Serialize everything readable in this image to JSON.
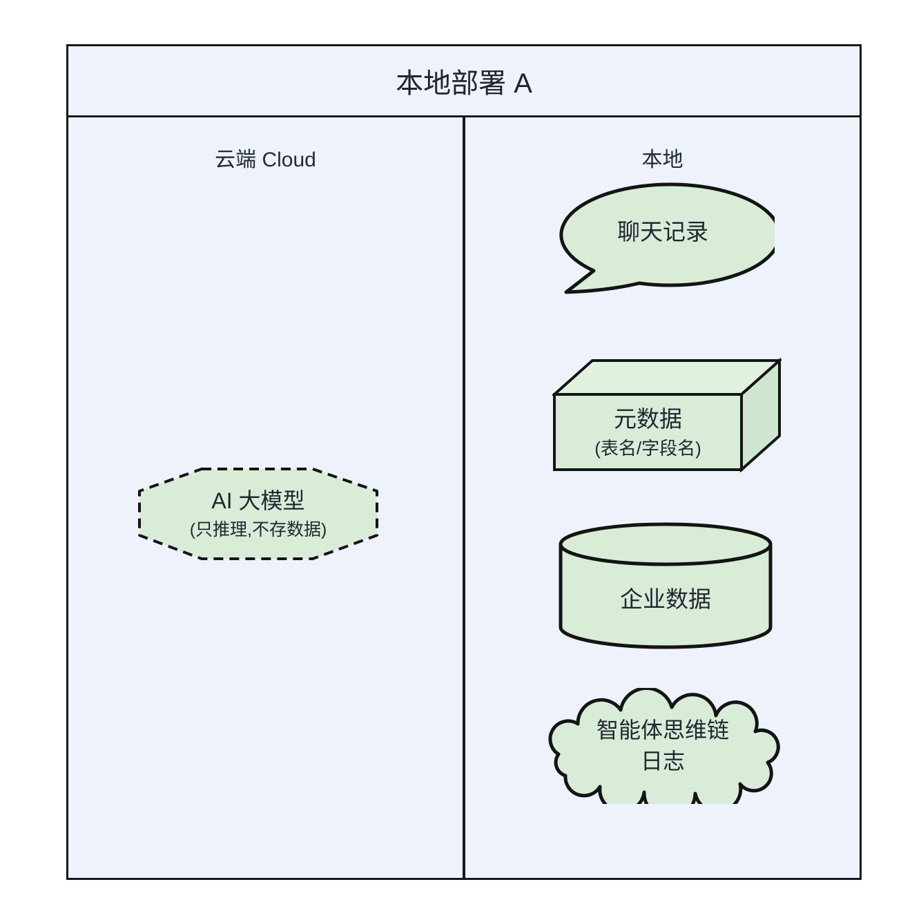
{
  "title": "本地部署 A",
  "columns": {
    "cloud": {
      "header": "云端 Cloud"
    },
    "local": {
      "header": "本地"
    }
  },
  "nodes": {
    "ai_model": {
      "label": "AI 大模型",
      "sublabel": "(只推理,不存数据)",
      "shape": "dashed-octagon"
    },
    "chat_history": {
      "label": "聊天记录",
      "shape": "speech-bubble"
    },
    "metadata": {
      "label": "元数据",
      "sublabel": "(表名/字段名)",
      "shape": "cuboid-3d"
    },
    "enterprise_data": {
      "label": "企业数据",
      "shape": "database-cylinder"
    },
    "agent_cot_log": {
      "label": "智能体思维链",
      "label2": "日志",
      "shape": "cloud"
    }
  },
  "colors": {
    "canvas_bg": "#ffffff",
    "panel_fill": "#edf2fb",
    "node_fill": "#d8ecd8",
    "stroke": "#141414",
    "text": "#22272f"
  }
}
